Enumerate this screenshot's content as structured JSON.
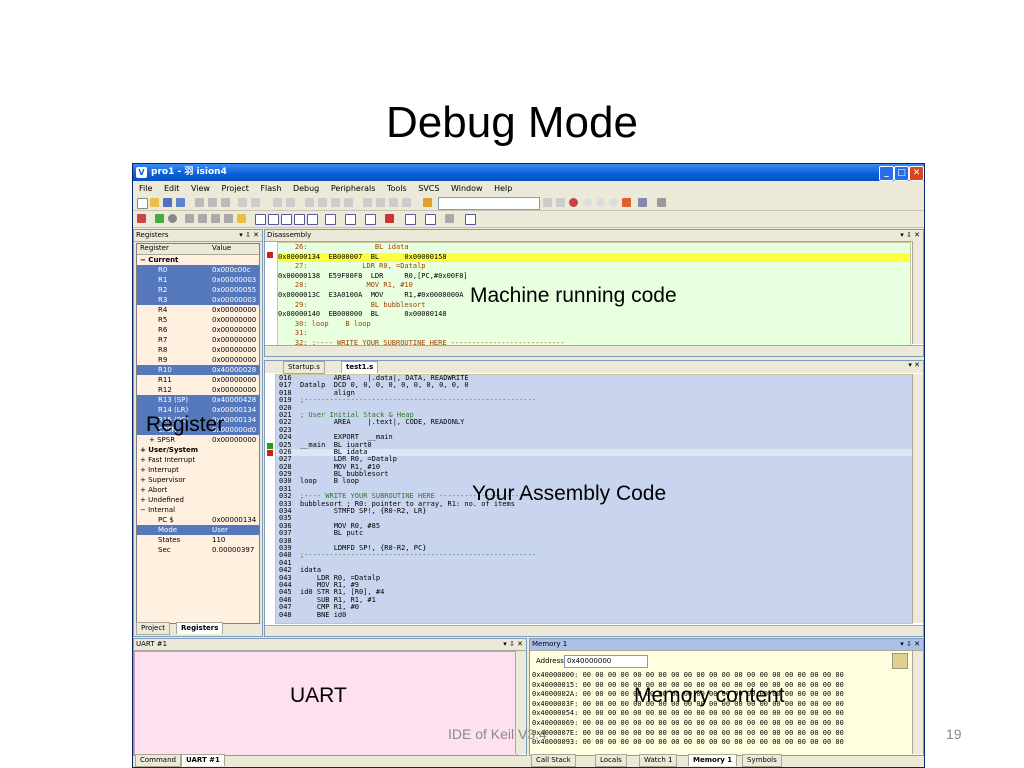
{
  "slide": {
    "title": "Debug Mode",
    "footer": "IDE of Keil V3.4",
    "page_number": "19"
  },
  "window": {
    "title": "pro1 - 羽 ision4",
    "app_icon": "V",
    "minimize": "_",
    "maximize": "□",
    "close": "✕"
  },
  "menu": [
    "File",
    "Edit",
    "View",
    "Project",
    "Flash",
    "Debug",
    "Peripherals",
    "Tools",
    "SVCS",
    "Window",
    "Help"
  ],
  "registers_pane": {
    "header": "Registers",
    "col_register": "Register",
    "col_value": "Value",
    "rows": [
      {
        "name": "−  Current",
        "value": "",
        "indent": 0,
        "sel": false,
        "bold": true
      },
      {
        "name": "R0",
        "value": "0x000c00c",
        "indent": 2,
        "sel": true
      },
      {
        "name": "R1",
        "value": "0x00000003",
        "indent": 2,
        "sel": true
      },
      {
        "name": "R2",
        "value": "0x00000055",
        "indent": 2,
        "sel": true
      },
      {
        "name": "R3",
        "value": "0x00000003",
        "indent": 2,
        "sel": true
      },
      {
        "name": "R4",
        "value": "0x00000000",
        "indent": 2,
        "sel": false
      },
      {
        "name": "R5",
        "value": "0x00000000",
        "indent": 2,
        "sel": false
      },
      {
        "name": "R6",
        "value": "0x00000000",
        "indent": 2,
        "sel": false
      },
      {
        "name": "R7",
        "value": "0x00000000",
        "indent": 2,
        "sel": false
      },
      {
        "name": "R8",
        "value": "0x00000000",
        "indent": 2,
        "sel": false
      },
      {
        "name": "R9",
        "value": "0x00000000",
        "indent": 2,
        "sel": false
      },
      {
        "name": "R10",
        "value": "0x40000028",
        "indent": 2,
        "sel": true
      },
      {
        "name": "R11",
        "value": "0x00000000",
        "indent": 2,
        "sel": false
      },
      {
        "name": "R12",
        "value": "0x00000000",
        "indent": 2,
        "sel": false
      },
      {
        "name": "R13 (SP)",
        "value": "0x40000428",
        "indent": 2,
        "sel": true
      },
      {
        "name": "R14 (LR)",
        "value": "0x00000134",
        "indent": 2,
        "sel": true
      },
      {
        "name": "R15 (PC)",
        "value": "0x00000134",
        "indent": 2,
        "sel": true
      },
      {
        "name": "CPSR",
        "value": "0x000000d0",
        "indent": 2,
        "sel": true
      },
      {
        "name": "+  SPSR",
        "value": "0x00000000",
        "indent": 1,
        "sel": false
      },
      {
        "name": "+  User/System",
        "value": "",
        "indent": 0,
        "sel": false,
        "bold": true
      },
      {
        "name": "+  Fast Interrupt",
        "value": "",
        "indent": 0,
        "sel": false
      },
      {
        "name": "+  Interrupt",
        "value": "",
        "indent": 0,
        "sel": false
      },
      {
        "name": "+  Supervisor",
        "value": "",
        "indent": 0,
        "sel": false
      },
      {
        "name": "+  Abort",
        "value": "",
        "indent": 0,
        "sel": false
      },
      {
        "name": "+  Undefined",
        "value": "",
        "indent": 0,
        "sel": false
      },
      {
        "name": "−  Internal",
        "value": "",
        "indent": 0,
        "sel": false
      },
      {
        "name": "PC  $",
        "value": "0x00000134",
        "indent": 2,
        "sel": false
      },
      {
        "name": "Mode",
        "value": "User",
        "indent": 2,
        "sel": true
      },
      {
        "name": "States",
        "value": "110",
        "indent": 2,
        "sel": false
      },
      {
        "name": "Sec",
        "value": "0.00000397",
        "indent": 2,
        "sel": false
      }
    ],
    "tab_project": "Project",
    "tab_registers": "Registers"
  },
  "disassembly": {
    "header": "Disassembly",
    "lines": [
      {
        "text": "    26:                BL idata",
        "hl": false
      },
      {
        "text": "0x00000134  EB000007  BL      0x00000158",
        "hl": true
      },
      {
        "text": "    27:             LDR R0, =Datalp",
        "hl": false
      },
      {
        "text": "0x00000138  E59F00F8  LDR     R0,[PC,#0x00F8]",
        "hl": false
      },
      {
        "text": "    28:              MOV R1, #10",
        "hl": false
      },
      {
        "text": "0x0000013C  E3A0100A  MOV     R1,#0x0000000A",
        "hl": false
      },
      {
        "text": "    29:               BL bubblesort",
        "hl": false
      },
      {
        "text": "0x00000140  EB000000  BL      0x00000148",
        "hl": false
      },
      {
        "text": "    30: loop    B loop",
        "hl": false
      },
      {
        "text": "    31:",
        "hl": false
      },
      {
        "text": "    32: ;---- WRITE YOUR SUBROUTINE HERE ---------------------------",
        "hl": false
      }
    ]
  },
  "editor": {
    "tab_startup": "Startup.s",
    "tab_test": "test1.s",
    "lines": [
      {
        "n": "016",
        "t": "        AREA    |.data|, DATA, READWRITE"
      },
      {
        "n": "017",
        "t": "Datalp  DCD 0, 0, 0, 0, 0, 0, 0, 0, 0, 0"
      },
      {
        "n": "018",
        "t": "        align"
      },
      {
        "n": "019",
        "t": ";-------------------------------------------------------"
      },
      {
        "n": "020",
        "t": ""
      },
      {
        "n": "021",
        "t": "; User Initial Stack & Heap"
      },
      {
        "n": "022",
        "t": "        AREA    |.text|, CODE, READONLY"
      },
      {
        "n": "023",
        "t": ""
      },
      {
        "n": "024",
        "t": "        EXPORT  __main"
      },
      {
        "n": "025",
        "t": "__main  BL iuart0"
      },
      {
        "n": "026",
        "t": "        BL idata"
      },
      {
        "n": "027",
        "t": "        LDR R0, =Datalp"
      },
      {
        "n": "028",
        "t": "        MOV R1, #10"
      },
      {
        "n": "029",
        "t": "        BL bubblesort"
      },
      {
        "n": "030",
        "t": "loop    B loop"
      },
      {
        "n": "031",
        "t": ""
      },
      {
        "n": "032",
        "t": ";---- WRITE YOUR SUBROUTINE HERE ----------------------"
      },
      {
        "n": "033",
        "t": "bubblesort ; R0: pointer to array, R1: no. of items"
      },
      {
        "n": "034",
        "t": "        STMFD SP!, {R0-R2, LR}"
      },
      {
        "n": "035",
        "t": ""
      },
      {
        "n": "036",
        "t": "        MOV R0, #85"
      },
      {
        "n": "037",
        "t": "        BL putc"
      },
      {
        "n": "038",
        "t": ""
      },
      {
        "n": "039",
        "t": "        LDMFD SP!, {R0-R2, PC}"
      },
      {
        "n": "040",
        "t": ";-------------------------------------------------------"
      },
      {
        "n": "041",
        "t": ""
      },
      {
        "n": "042",
        "t": "idata"
      },
      {
        "n": "043",
        "t": "    LDR R0, =Datalp"
      },
      {
        "n": "044",
        "t": "    MOV R1, #9"
      },
      {
        "n": "045",
        "t": "id0 STR R1, [R0], #4"
      },
      {
        "n": "046",
        "t": "    SUB R1, R1, #1"
      },
      {
        "n": "047",
        "t": "    CMP R1, #0"
      },
      {
        "n": "048",
        "t": "    BNE id0"
      }
    ]
  },
  "uart": {
    "header": "UART #1",
    "tab_command": "Command",
    "tab_uart": "UART #1"
  },
  "memory": {
    "header": "Memory 1",
    "address_label": "Address:",
    "address_value": "0x40000000",
    "rows": [
      "0x40000000: 00 00 00 00 00 00 00 00 00 00 00 00 00 00 00 00 00 00 00 00 00",
      "0x40000015: 00 00 00 00 00 00 00 00 00 00 00 00 00 00 00 00 00 00 00 00 00",
      "0x4000002A: 00 00 00 00 00 00 00 00 00 00 00 00 00 00 00 00 00 00 00 00 00",
      "0x4000003F: 00 00 00 00 00 00 00 00 00 00 00 00 00 00 00 00 00 00 00 00 00",
      "0x40000054: 00 00 00 00 00 00 00 00 00 00 00 00 00 00 00 00 00 00 00 00 00",
      "0x40000069: 00 00 00 00 00 00 00 00 00 00 00 00 00 00 00 00 00 00 00 00 00",
      "0x4000007E: 00 00 00 00 00 00 00 00 00 00 00 00 00 00 00 00 00 00 00 00 00",
      "0x40000093: 00 00 00 00 00 00 00 00 00 00 00 00 00 00 00 00 00 00 00 00 00"
    ],
    "tabs": [
      "Call Stack",
      "Locals",
      "Watch 1",
      "Memory 1",
      "Symbols"
    ]
  },
  "annotations": {
    "machine_code": "Machine running code",
    "register": "Register",
    "assembly": "Your Assembly Code",
    "uart": "UART",
    "memory": "Memory content"
  },
  "colors": {
    "annotation_border": "#c8c8a0",
    "highlight_line": "#ffff40",
    "disasm_bg": "#e8ffe0",
    "editor_bg": "#c9d5ee",
    "uart_bg": "#ffe0f0",
    "memory_bg": "#ffffe0",
    "register_bg": "#fff0e0",
    "title_blue": "#0a5ed8"
  }
}
